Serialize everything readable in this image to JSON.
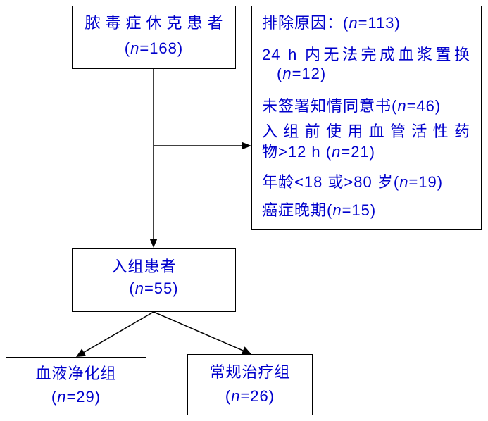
{
  "colors": {
    "text": "#0000cc",
    "border": "#000000"
  },
  "source": {
    "title": "脓毒症休克患者",
    "count_pre": "(",
    "count_var": "n",
    "count_post": "=168)"
  },
  "exclusion": {
    "lines": [
      {
        "pre": "排除原因：(",
        "var": "n",
        "post": "=113)"
      },
      {
        "pre": "24 h 内无法完成血浆置换"
      },
      {
        "pre": "(",
        "var": "n",
        "post": "=12)"
      },
      {
        "pre": "未签署知情同意书(",
        "var": "n",
        "post": "=46)"
      },
      {
        "pre": "入组前使用血管活性药"
      },
      {
        "pre": "物>12 h (",
        "var": "n",
        "post": "=21)"
      },
      {
        "pre": "年龄<18 或>80 岁(",
        "var": "n",
        "post": "=19)"
      },
      {
        "pre": "癌症晚期(",
        "var": "n",
        "post": "=15)"
      }
    ]
  },
  "enrolled": {
    "title": "入组患者",
    "count_pre": "(",
    "count_var": "n",
    "count_post": "=55)"
  },
  "groups": [
    {
      "title": "血液净化组",
      "count_pre": "(",
      "count_var": "n",
      "count_post": "=29)"
    },
    {
      "title": "常规治疗组",
      "count_pre": "(",
      "count_var": "n",
      "count_post": "=26)"
    }
  ]
}
